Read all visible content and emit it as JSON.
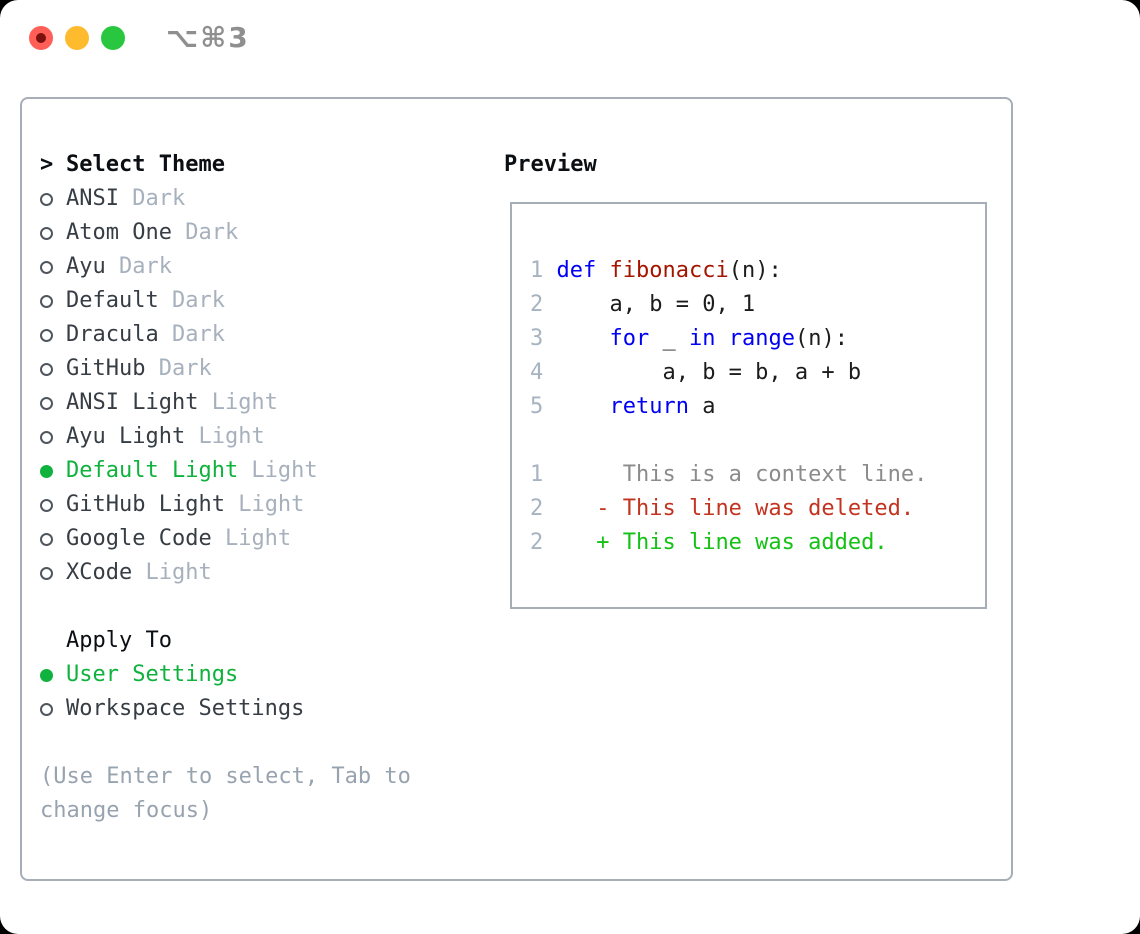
{
  "window": {
    "title": "⌥⌘3",
    "traffic_lights": [
      "close",
      "minimize",
      "zoom"
    ]
  },
  "colors": {
    "selection_green": "#10b23e",
    "keyword_blue": "#0000f2",
    "function_red": "#a41500",
    "deleted_red": "#c23420",
    "added_green": "#14c114",
    "muted_gray": "#a7b1bd",
    "panel_border": "#a7aeb8",
    "traffic_red": "#ff5f57",
    "traffic_yellow": "#febb2e",
    "traffic_green": "#28c73f"
  },
  "theme_selector": {
    "header_prefix": ">",
    "header": "Select Theme",
    "items": [
      {
        "name": "ANSI",
        "variant": "Dark",
        "selected": false
      },
      {
        "name": "Atom One",
        "variant": "Dark",
        "selected": false
      },
      {
        "name": "Ayu",
        "variant": "Dark",
        "selected": false
      },
      {
        "name": "Default",
        "variant": "Dark",
        "selected": false
      },
      {
        "name": "Dracula",
        "variant": "Dark",
        "selected": false
      },
      {
        "name": "GitHub",
        "variant": "Dark",
        "selected": false
      },
      {
        "name": "ANSI Light",
        "variant": "Light",
        "selected": false
      },
      {
        "name": "Ayu Light",
        "variant": "Light",
        "selected": false
      },
      {
        "name": "Default Light",
        "variant": "Light",
        "selected": true
      },
      {
        "name": "GitHub Light",
        "variant": "Light",
        "selected": false
      },
      {
        "name": "Google Code",
        "variant": "Light",
        "selected": false
      },
      {
        "name": "XCode",
        "variant": "Light",
        "selected": false
      }
    ]
  },
  "apply_to": {
    "header": "Apply To",
    "options": [
      {
        "label": "User Settings",
        "selected": true
      },
      {
        "label": "Workspace Settings",
        "selected": false
      }
    ]
  },
  "hint": {
    "line1": "(Use Enter to select, Tab to",
    "line2": "change focus)"
  },
  "preview": {
    "title": "Preview",
    "lines": [
      {
        "segs": [
          [
            "1 ",
            "num"
          ],
          [
            "def",
            "kw"
          ],
          [
            " ",
            "fg"
          ],
          [
            "fibonacci",
            "fn"
          ],
          [
            "(n):",
            "fg"
          ]
        ]
      },
      {
        "segs": [
          [
            "2 ",
            "num"
          ],
          [
            "    a, b = 0, 1",
            "fg"
          ]
        ]
      },
      {
        "segs": [
          [
            "3 ",
            "num"
          ],
          [
            "    ",
            "fg"
          ],
          [
            "for",
            "kw"
          ],
          [
            " _ ",
            "fg"
          ],
          [
            "in",
            "kw"
          ],
          [
            " ",
            "fg"
          ],
          [
            "range",
            "kw"
          ],
          [
            "(n):",
            "fg"
          ]
        ]
      },
      {
        "segs": [
          [
            "4 ",
            "num"
          ],
          [
            "        a, b = b, a + b",
            "fg"
          ]
        ]
      },
      {
        "segs": [
          [
            "5 ",
            "num"
          ],
          [
            "    ",
            "fg"
          ],
          [
            "return",
            "kw"
          ],
          [
            " a",
            "fg"
          ]
        ]
      },
      {
        "segs": []
      },
      {
        "segs": [
          [
            "1 ",
            "num"
          ],
          [
            "     This is a context line.",
            "ctx"
          ]
        ]
      },
      {
        "segs": [
          [
            "2 ",
            "num"
          ],
          [
            "   - This line was deleted.",
            "del"
          ]
        ]
      },
      {
        "segs": [
          [
            "2 ",
            "num"
          ],
          [
            "   + This line was added.",
            "add"
          ]
        ]
      }
    ]
  }
}
